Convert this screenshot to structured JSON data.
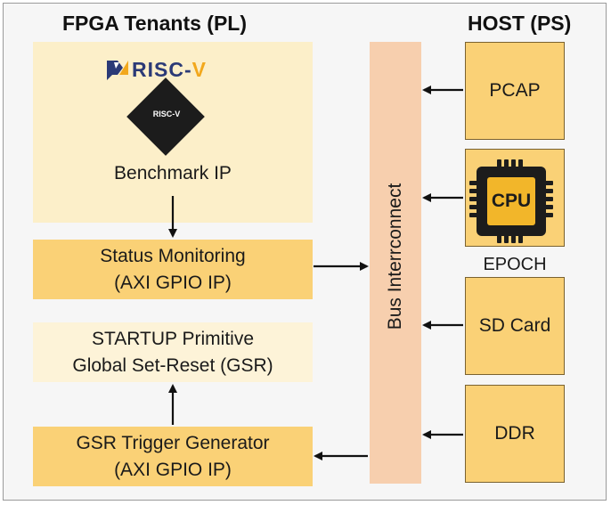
{
  "headings": {
    "left": "FPGA Tenants (PL)",
    "right": "HOST (PS)"
  },
  "benchmark": {
    "logo_prefix": "RISC-",
    "logo_suffix": "V",
    "chip_text": "RISC-V",
    "label": "Benchmark IP"
  },
  "status_monitoring": {
    "line1": "Status Monitoring",
    "line2": "(AXI GPIO IP)"
  },
  "startup": {
    "line1": "STARTUP Primitive",
    "line2": "Global Set-Reset (GSR)"
  },
  "gsr_trigger": {
    "line1": "GSR Trigger Generator",
    "line2": "(AXI GPIO IP)"
  },
  "bus": {
    "label": "Bus Interrconnect"
  },
  "host": {
    "pcap": "PCAP",
    "cpu": "CPU",
    "cpu_caption": "EPOCH",
    "sd_card": "SD Card",
    "ddr": "DDR"
  },
  "colors": {
    "gold": "#fad176",
    "cream": "#fcefc9",
    "bus": "#f7cfae",
    "riscv_blue": "#2b3a77",
    "riscv_yellow": "#f2a81d"
  }
}
